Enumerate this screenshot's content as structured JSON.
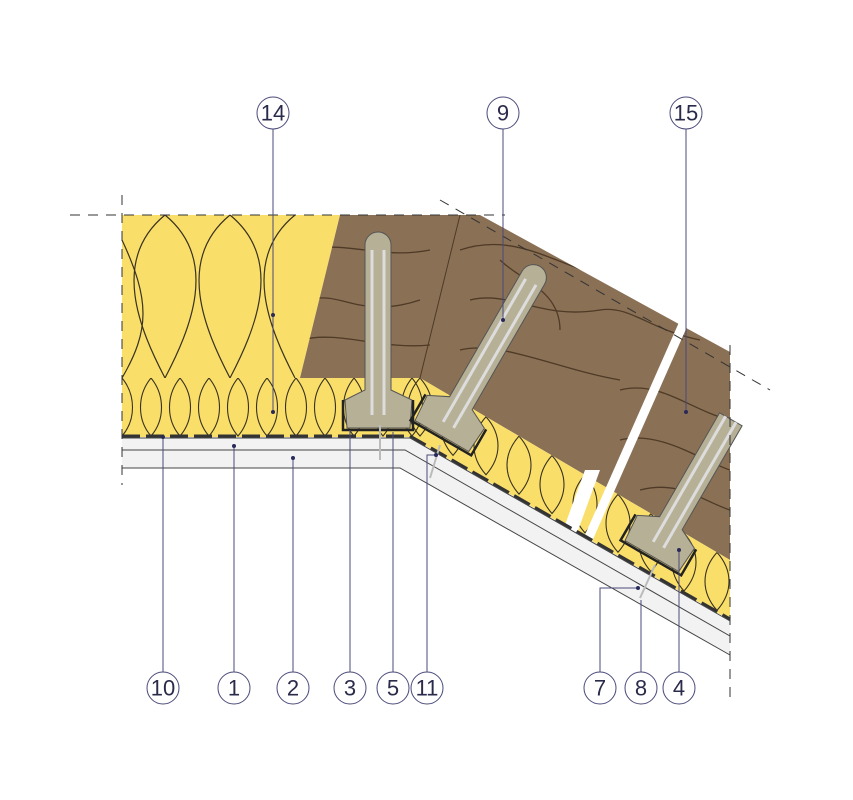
{
  "diagram": {
    "title": "Roof section detail with insulation, rafters, hangers and boards",
    "colors": {
      "insulation": "#f9df6a",
      "insulation_line": "#3a3220",
      "wood": "#8a7055",
      "wood_grain": "#4e3a26",
      "hanger": "#9c9a8a",
      "board": "#f2f2f2",
      "leader": "#4a4a7a"
    },
    "labels_top": [
      {
        "id": "14",
        "text": "14"
      },
      {
        "id": "9",
        "text": "9"
      },
      {
        "id": "15",
        "text": "15"
      }
    ],
    "labels_bottom": [
      {
        "id": "10",
        "text": "10"
      },
      {
        "id": "1",
        "text": "1"
      },
      {
        "id": "2",
        "text": "2"
      },
      {
        "id": "3",
        "text": "3"
      },
      {
        "id": "5",
        "text": "5"
      },
      {
        "id": "11",
        "text": "11"
      },
      {
        "id": "7",
        "text": "7"
      },
      {
        "id": "8",
        "text": "8"
      },
      {
        "id": "4",
        "text": "4"
      }
    ]
  }
}
